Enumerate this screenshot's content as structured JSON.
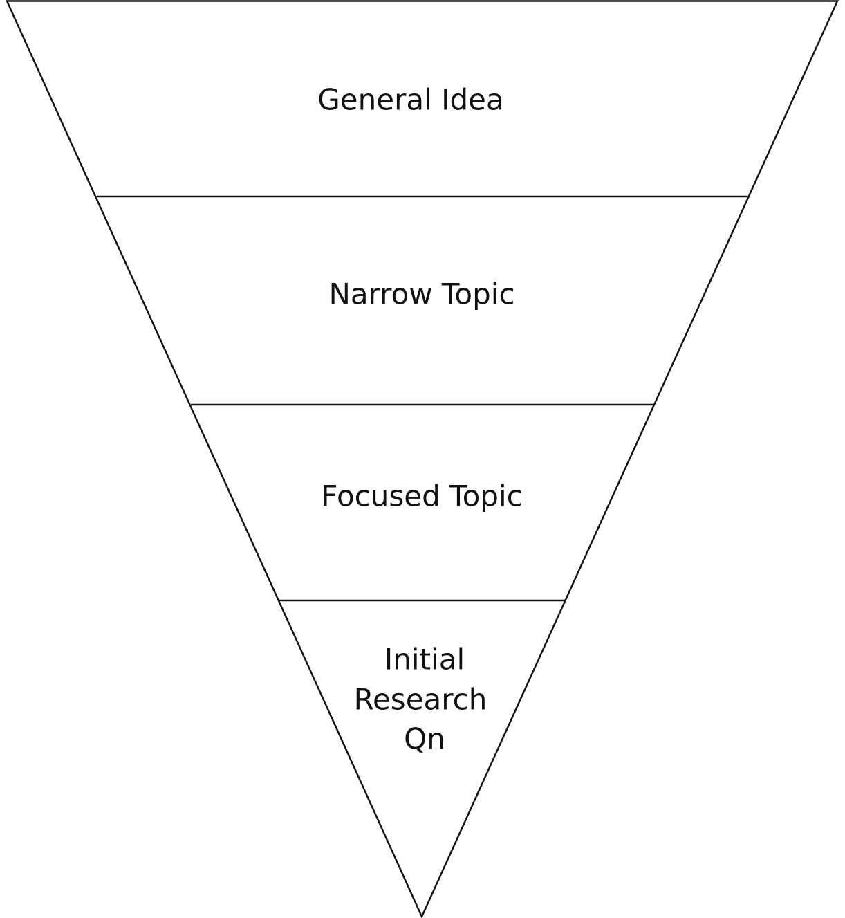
{
  "title": "Research funnel",
  "levels": [
    {
      "label": "General Idea"
    },
    {
      "label": "Narrow Topic"
    },
    {
      "label": "Focused Topic"
    },
    {
      "label_lines": [
        "Initial",
        "Research",
        "Qn"
      ]
    }
  ],
  "colors": {
    "stroke": "#111111",
    "background": "#ffffff"
  }
}
